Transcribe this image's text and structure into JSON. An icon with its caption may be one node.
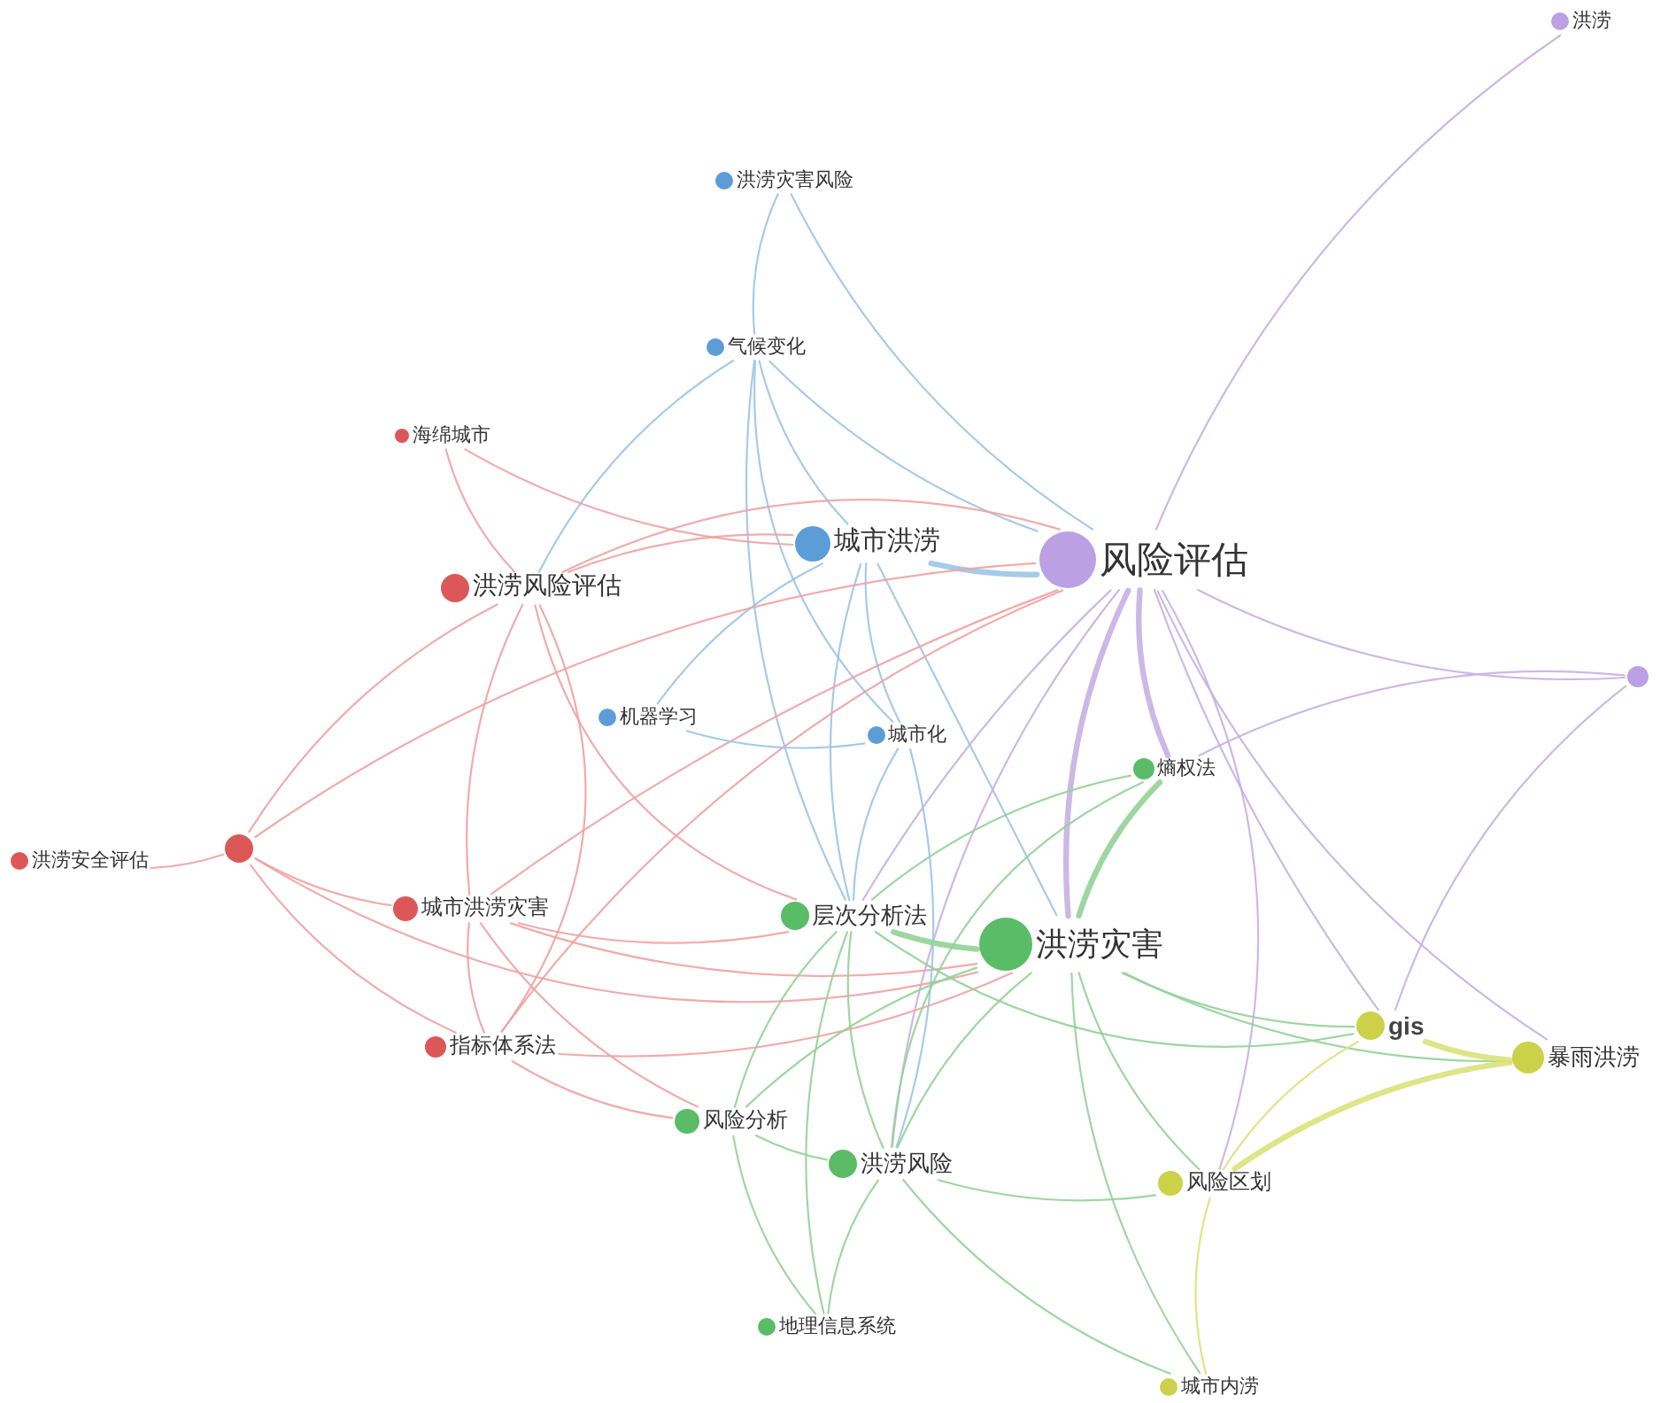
{
  "diagram": {
    "nodes": [
      {
        "text": [
          "洪涝"
        ]
      },
      {
        "text": [
          "洪涝灾害风险"
        ]
      },
      {
        "text": [
          "气候变化"
        ]
      },
      {
        "text": [
          "海绵城市"
        ]
      },
      {
        "text": [
          "城市洪涝"
        ]
      },
      {
        "text": [
          "风险评估"
        ]
      },
      {
        "text": [
          "洪涝风险评估"
        ]
      },
      {
        "text": [],
        "shape": "circle"
      },
      {
        "text": [
          "机器学习"
        ]
      },
      {
        "text": [
          "城市化"
        ]
      },
      {
        "text": [
          "熵权法"
        ]
      },
      {
        "text": [
          "洪涝安全评估"
        ]
      },
      {
        "text": [],
        "shape": "circle"
      },
      {
        "text": [
          "城市洪涝灾害"
        ]
      },
      {
        "text": [
          "层次分析法"
        ]
      },
      {
        "text": [
          "洪涝灾害"
        ]
      },
      {
        "text": [
          "指标体系法"
        ]
      },
      {
        "text": [
          "gis"
        ]
      },
      {
        "text": [
          "暴雨洪涝"
        ]
      },
      {
        "text": [
          "风险分析"
        ]
      },
      {
        "text": [
          "洪涝风险"
        ]
      },
      {
        "text": [
          "风险区划"
        ]
      },
      {
        "text": [
          "地理信息系统"
        ]
      },
      {
        "text": [
          "城市内涝"
        ]
      }
    ],
    "edges": [
      {
        "from": 0,
        "to": 5,
        "arrow": "none",
        "color": "#c7b0e3"
      },
      {
        "from": 1,
        "to": 2,
        "arrow": "none",
        "color": "#9cc4e8"
      },
      {
        "from": 1,
        "to": 5,
        "arrow": "none",
        "color": "#9cc4e8"
      },
      {
        "from": 2,
        "to": 5,
        "arrow": "none",
        "color": "#9cc4e8"
      },
      {
        "from": 2,
        "to": 4,
        "arrow": "none",
        "color": "#9cc4e8"
      },
      {
        "from": 2,
        "to": 9,
        "arrow": "none",
        "color": "#9cc4e8"
      },
      {
        "from": 2,
        "to": 6,
        "arrow": "none",
        "color": "#9cc4e8"
      },
      {
        "from": 2,
        "to": 14,
        "arrow": "none",
        "color": "#9cc4e8"
      },
      {
        "from": 3,
        "to": 6,
        "arrow": "none",
        "color": "#efa2a2"
      },
      {
        "from": 3,
        "to": 4,
        "arrow": "none",
        "color": "#efa2a2"
      },
      {
        "from": 4,
        "to": 5,
        "arrow": "none",
        "style": "thick",
        "color": "#9cc4e8"
      },
      {
        "from": 4,
        "to": 9,
        "arrow": "none",
        "color": "#9cc4e8"
      },
      {
        "from": 4,
        "to": 14,
        "arrow": "none",
        "color": "#9cc4e8"
      },
      {
        "from": 4,
        "to": 15,
        "arrow": "none",
        "color": "#9cc4e8"
      },
      {
        "from": 4,
        "to": 8,
        "arrow": "none",
        "color": "#9cc4e8"
      },
      {
        "from": 4,
        "to": 6,
        "arrow": "none",
        "color": "#efa2a2"
      },
      {
        "from": 5,
        "to": 6,
        "arrow": "none",
        "color": "#efa2a2"
      },
      {
        "from": 5,
        "to": 7,
        "arrow": "none",
        "color": "#c7b0e3"
      },
      {
        "from": 5,
        "to": 10,
        "arrow": "none",
        "style": "thick",
        "color": "#c7b0e3"
      },
      {
        "from": 5,
        "to": 15,
        "arrow": "none",
        "style": "thick",
        "color": "#c7b0e3"
      },
      {
        "from": 5,
        "to": 14,
        "arrow": "none",
        "color": "#c7b0e3"
      },
      {
        "from": 5,
        "to": 17,
        "arrow": "none",
        "color": "#c7b0e3"
      },
      {
        "from": 5,
        "to": 18,
        "arrow": "none",
        "color": "#c7b0e3"
      },
      {
        "from": 5,
        "to": 21,
        "arrow": "none",
        "color": "#c7b0e3"
      },
      {
        "from": 5,
        "to": 20,
        "arrow": "none",
        "color": "#c7b0e3"
      },
      {
        "from": 5,
        "to": 13,
        "arrow": "none",
        "color": "#efa2a2"
      },
      {
        "from": 5,
        "to": 16,
        "arrow": "none",
        "color": "#efa2a2"
      },
      {
        "from": 5,
        "to": 12,
        "arrow": "none",
        "color": "#efa2a2"
      },
      {
        "from": 7,
        "to": 10,
        "arrow": "none",
        "color": "#c7b0e3"
      },
      {
        "from": 7,
        "to": 17,
        "arrow": "none",
        "color": "#c7b0e3"
      },
      {
        "from": 6,
        "to": 12,
        "arrow": "none",
        "color": "#efa2a2"
      },
      {
        "from": 6,
        "to": 13,
        "arrow": "none",
        "color": "#efa2a2"
      },
      {
        "from": 6,
        "to": 16,
        "arrow": "none",
        "color": "#efa2a2"
      },
      {
        "from": 6,
        "to": 14,
        "arrow": "none",
        "color": "#efa2a2"
      },
      {
        "from": 11,
        "to": 12,
        "arrow": "none",
        "color": "#efa2a2"
      },
      {
        "from": 12,
        "to": 13,
        "arrow": "none",
        "color": "#efa2a2"
      },
      {
        "from": 12,
        "to": 16,
        "arrow": "none",
        "color": "#efa2a2"
      },
      {
        "from": 12,
        "to": 15,
        "arrow": "none",
        "color": "#efa2a2"
      },
      {
        "from": 13,
        "to": 16,
        "arrow": "none",
        "color": "#efa2a2"
      },
      {
        "from": 13,
        "to": 14,
        "arrow": "none",
        "color": "#efa2a2"
      },
      {
        "from": 13,
        "to": 15,
        "arrow": "none",
        "color": "#efa2a2"
      },
      {
        "from": 13,
        "to": 19,
        "arrow": "none",
        "color": "#efa2a2"
      },
      {
        "from": 16,
        "to": 19,
        "arrow": "none",
        "color": "#efa2a2"
      },
      {
        "from": 16,
        "to": 15,
        "arrow": "none",
        "color": "#efa2a2"
      },
      {
        "from": 8,
        "to": 9,
        "arrow": "none",
        "color": "#9cc4e8"
      },
      {
        "from": 9,
        "to": 14,
        "arrow": "none",
        "color": "#9cc4e8"
      },
      {
        "from": 9,
        "to": 20,
        "arrow": "none",
        "color": "#9cc4e8"
      },
      {
        "from": 10,
        "to": 14,
        "arrow": "none",
        "color": "#93d197"
      },
      {
        "from": 10,
        "to": 15,
        "arrow": "none",
        "style": "thick",
        "color": "#93d197"
      },
      {
        "from": 10,
        "to": 20,
        "arrow": "none",
        "color": "#93d197"
      },
      {
        "from": 14,
        "to": 15,
        "arrow": "none",
        "style": "thick",
        "color": "#93d197"
      },
      {
        "from": 14,
        "to": 19,
        "arrow": "none",
        "color": "#93d197"
      },
      {
        "from": 14,
        "to": 20,
        "arrow": "none",
        "color": "#93d197"
      },
      {
        "from": 14,
        "to": 22,
        "arrow": "none",
        "color": "#93d197"
      },
      {
        "from": 14,
        "to": 17,
        "arrow": "none",
        "color": "#93d197"
      },
      {
        "from": 15,
        "to": 17,
        "arrow": "none",
        "color": "#93d197"
      },
      {
        "from": 15,
        "to": 18,
        "arrow": "none",
        "color": "#93d197"
      },
      {
        "from": 15,
        "to": 21,
        "arrow": "none",
        "color": "#93d197"
      },
      {
        "from": 15,
        "to": 20,
        "arrow": "none",
        "color": "#93d197"
      },
      {
        "from": 15,
        "to": 19,
        "arrow": "none",
        "color": "#93d197"
      },
      {
        "from": 15,
        "to": 23,
        "arrow": "none",
        "color": "#93d197"
      },
      {
        "from": 19,
        "to": 22,
        "arrow": "none",
        "color": "#93d197"
      },
      {
        "from": 19,
        "to": 20,
        "arrow": "none",
        "color": "#93d197"
      },
      {
        "from": 20,
        "to": 22,
        "arrow": "none",
        "color": "#93d197"
      },
      {
        "from": 20,
        "to": 21,
        "arrow": "none",
        "color": "#93d197"
      },
      {
        "from": 17,
        "to": 18,
        "arrow": "none",
        "style": "thick",
        "color": "#d9e27a"
      },
      {
        "from": 17,
        "to": 21,
        "arrow": "none",
        "color": "#d9e27a"
      },
      {
        "from": 18,
        "to": 21,
        "arrow": "none",
        "style": "thick",
        "color": "#d9e27a"
      },
      {
        "from": 21,
        "to": 23,
        "arrow": "none",
        "color": "#d9e27a"
      },
      {
        "from": 20,
        "to": 23,
        "arrow": "none",
        "color": "#93d197"
      }
    ]
  }
}
